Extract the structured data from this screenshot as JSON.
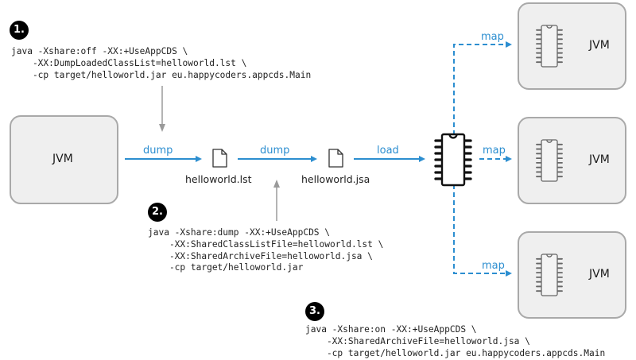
{
  "steps": [
    {
      "number": "1.",
      "command": [
        "java -Xshare:off -XX:+UseAppCDS \\",
        "    -XX:DumpLoadedClassList=helloworld.lst \\",
        "    -cp target/helloworld.jar eu.happycoders.appcds.Main"
      ]
    },
    {
      "number": "2.",
      "command": [
        "java -Xshare:dump -XX:+UseAppCDS \\",
        "    -XX:SharedClassListFile=helloworld.lst \\",
        "    -XX:SharedArchiveFile=helloworld.jsa \\",
        "    -cp target/helloworld.jar"
      ]
    },
    {
      "number": "3.",
      "command": [
        "java -Xshare:on -XX:+UseAppCDS \\",
        "    -XX:SharedArchiveFile=helloworld.jsa \\",
        "    -cp target/helloworld.jar eu.happycoders.appcds.Main"
      ]
    }
  ],
  "source_jvm": {
    "label": "JVM"
  },
  "target_jvms": [
    {
      "label": "JVM"
    },
    {
      "label": "JVM"
    },
    {
      "label": "JVM"
    }
  ],
  "files": {
    "class_list": "helloworld.lst",
    "archive": "helloworld.jsa"
  },
  "edges": {
    "dump_1": "dump",
    "dump_2": "dump",
    "load": "load",
    "map": [
      "map",
      "map",
      "map"
    ]
  },
  "colors": {
    "arrow": "#2c8ed0",
    "grey_arrow": "#9a9a9a",
    "box_fill": "#efefef",
    "box_border": "#a9a9a9"
  }
}
